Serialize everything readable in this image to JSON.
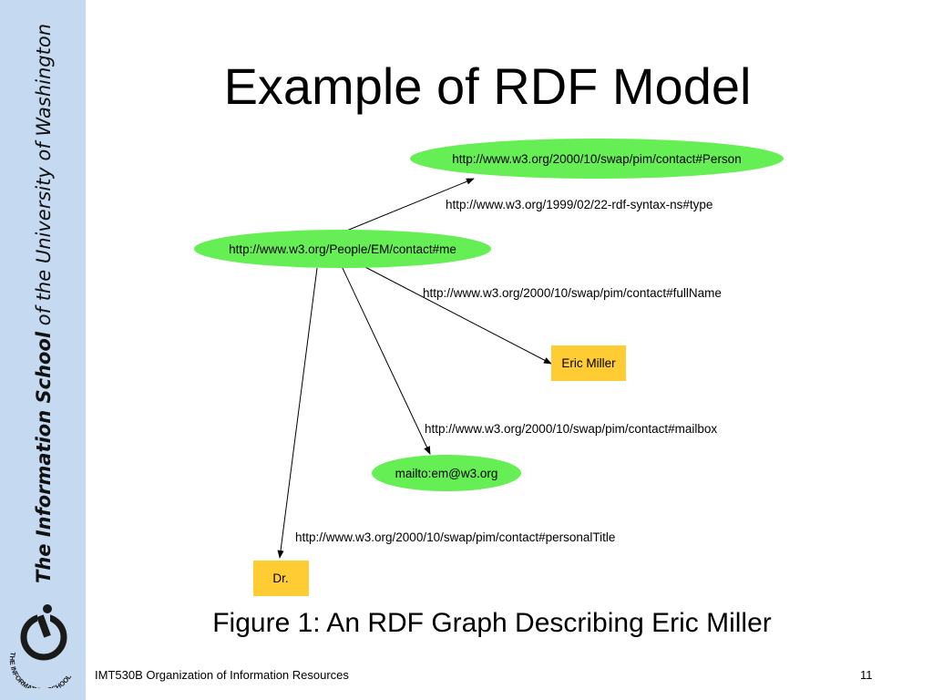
{
  "sidebar": {
    "school_name": "The Information School",
    "of_1": "of",
    "the": "the",
    "university": "University",
    "of_2": "of",
    "washington": "Washington",
    "logo_text": "THE INFORMATION SCHOOL"
  },
  "slide": {
    "title": "Example of RDF Model",
    "caption": "Figure 1: An RDF Graph Describing Eric Miller",
    "footer_course": "IMT530B Organization of Information Resources",
    "page_number": "11"
  },
  "graph": {
    "nodes": {
      "person": {
        "label": "http://www.w3.org/2000/10/swap/pim/contact#Person",
        "kind": "resource"
      },
      "me": {
        "label": "http://www.w3.org/People/EM/contact#me",
        "kind": "resource"
      },
      "eric": {
        "label": "Eric Miller",
        "kind": "literal"
      },
      "mailbox": {
        "label": "mailto:em@w3.org",
        "kind": "resource"
      },
      "dr": {
        "label": "Dr.",
        "kind": "literal"
      }
    },
    "edges": {
      "type": {
        "label": "http://www.w3.org/1999/02/22-rdf-syntax-ns#type",
        "from": "me",
        "to": "person"
      },
      "fullname": {
        "label": "http://www.w3.org/2000/10/swap/pim/contact#fullName",
        "from": "me",
        "to": "eric"
      },
      "mailbox": {
        "label": "http://www.w3.org/2000/10/swap/pim/contact#mailbox",
        "from": "me",
        "to": "mailbox"
      },
      "title": {
        "label": "http://www.w3.org/2000/10/swap/pim/contact#personalTitle",
        "from": "me",
        "to": "dr"
      }
    },
    "colors": {
      "resource": "#66ee55",
      "literal": "#ffcc33",
      "edge": "#000000"
    }
  }
}
